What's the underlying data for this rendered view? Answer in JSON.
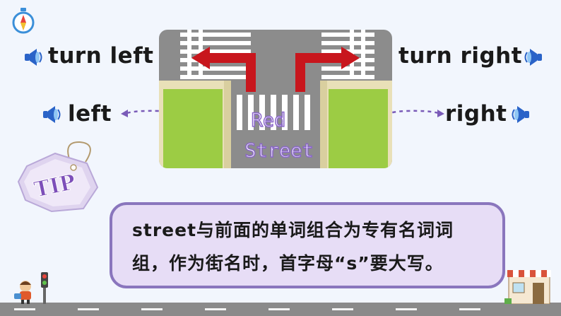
{
  "labels": {
    "turn_left": "turn left",
    "turn_right": "turn right",
    "left": "left",
    "right": "right"
  },
  "map": {
    "street_line1": "Red",
    "street_line2": "Street"
  },
  "tip": {
    "badge": "TIP",
    "line1": "street与前面的单词组合为专有名词词",
    "line2": "组，作为街名时，首字母“s”要大写。"
  },
  "icons": {
    "top_left": "compass-icon",
    "speaker": "speaker-icon",
    "bottom_left": "traffic-light-icon",
    "bottom_right": "shop-icon"
  },
  "colors": {
    "background": "#f2f6fd",
    "arrow": "#c8161d",
    "grass": "#9ccc44",
    "road": "#8c8c8c",
    "street_text": "#8a66c9",
    "tip_fill": "#e7ddf6",
    "tip_border": "#8a76bd",
    "speaker": "#2a63c8"
  }
}
